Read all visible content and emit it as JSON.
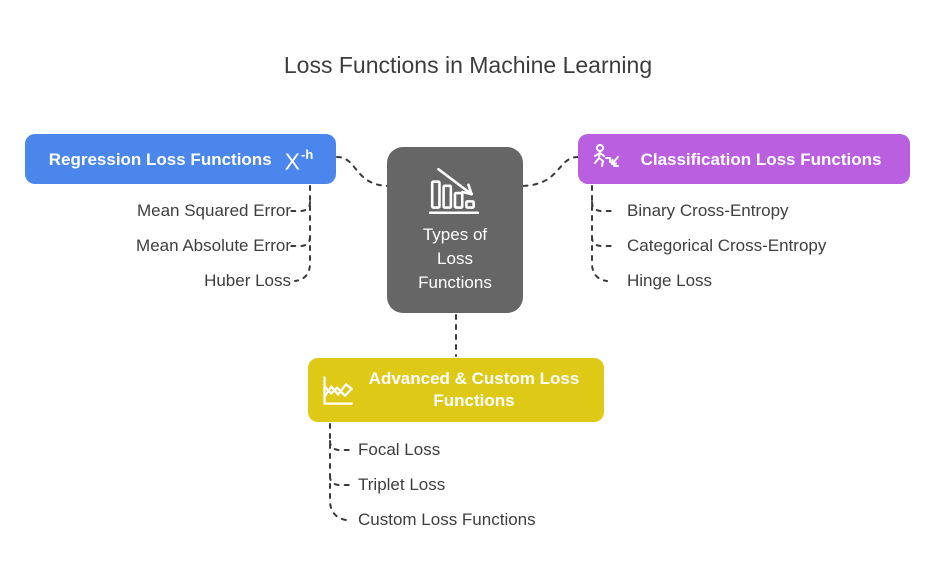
{
  "title": "Loss Functions in Machine Learning",
  "center": {
    "label": "Types of Loss Functions",
    "icon": "declining-bar-chart-icon",
    "bg_color": "#666666"
  },
  "branches": {
    "regression": {
      "label": "Regression Loss Functions",
      "icon": "x-exponent-icon",
      "icon_base": "X",
      "icon_sup": "-h",
      "bg_color": "#4a86ec",
      "items": [
        "Mean Squared Error",
        "Mean Absolute Error",
        "Huber Loss"
      ]
    },
    "classification": {
      "label": "Classification Loss Functions",
      "icon": "person-descending-stairs-icon",
      "bg_color": "#b95fe0",
      "items": [
        "Binary Cross-Entropy",
        "Categorical Cross-Entropy",
        "Hinge Loss"
      ]
    },
    "advanced": {
      "label": "Advanced & Custom Loss Functions",
      "icon": "multi-line-chart-icon",
      "bg_color": "#dec917",
      "items": [
        "Focal Loss",
        "Triplet Loss",
        "Custom Loss Functions"
      ]
    }
  },
  "colors": {
    "connector": "#3a3a3a",
    "title_text": "#3d3d3d",
    "leaf_text": "#3e3e3e",
    "node_text": "#ffffff"
  }
}
